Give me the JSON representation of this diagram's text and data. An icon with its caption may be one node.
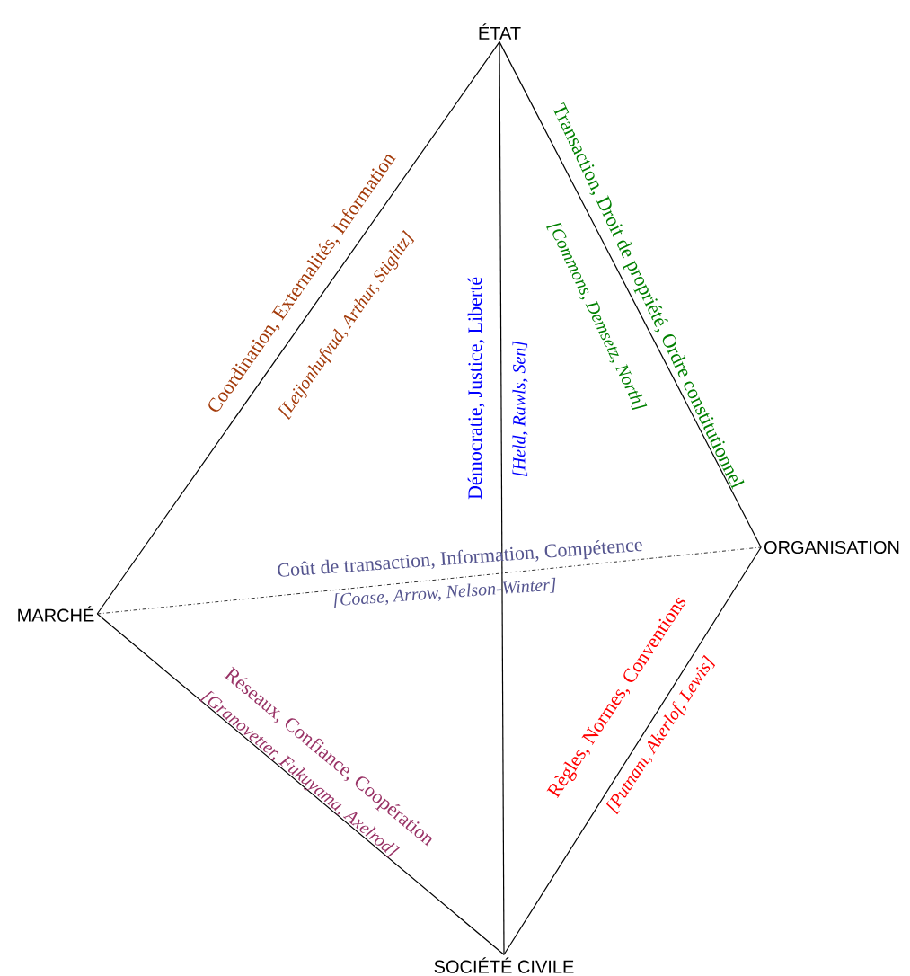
{
  "diagram": {
    "nodes": [
      {
        "text": [
          "ÉTAT"
        ]
      },
      {
        "text": [
          "MARCHÉ"
        ]
      },
      {
        "text": [
          "ORGANISATION"
        ]
      },
      {
        "text": [
          "SOCIÉTÉ CIVILE"
        ]
      }
    ],
    "edges": [
      {
        "from": 0,
        "to": 1,
        "arrow": "none",
        "label": "Coordination, Externalités, Information"
      },
      {
        "from": 0,
        "to": 2,
        "arrow": "none",
        "label": "Transaction, Droit de propriété, Ordre constitutionnel"
      },
      {
        "from": 0,
        "to": 3,
        "arrow": "none",
        "label": "Démocratie, Justice, Liberté"
      },
      {
        "from": 1,
        "to": 2,
        "arrow": "none",
        "style": "dashed",
        "label": "Coût de transaction, Information, Compétence"
      },
      {
        "from": 1,
        "to": 3,
        "arrow": "none",
        "label": "Réseaux, Confiance, Coopération"
      },
      {
        "from": 2,
        "to": 3,
        "arrow": "none",
        "label": "Règles, Normes, Conventions"
      }
    ],
    "labels": [
      "[Leijonhufvud, Arthur, Stiglitz]",
      "[Commons, Demsetz, North]",
      "[Held, Rawls, Sen]",
      "[Coase, Arrow, Nelson-Winter]",
      "[Granovetter, Fukuyama, Axelrod]",
      "[Putnam, Akerlof, Lewis]"
    ]
  }
}
